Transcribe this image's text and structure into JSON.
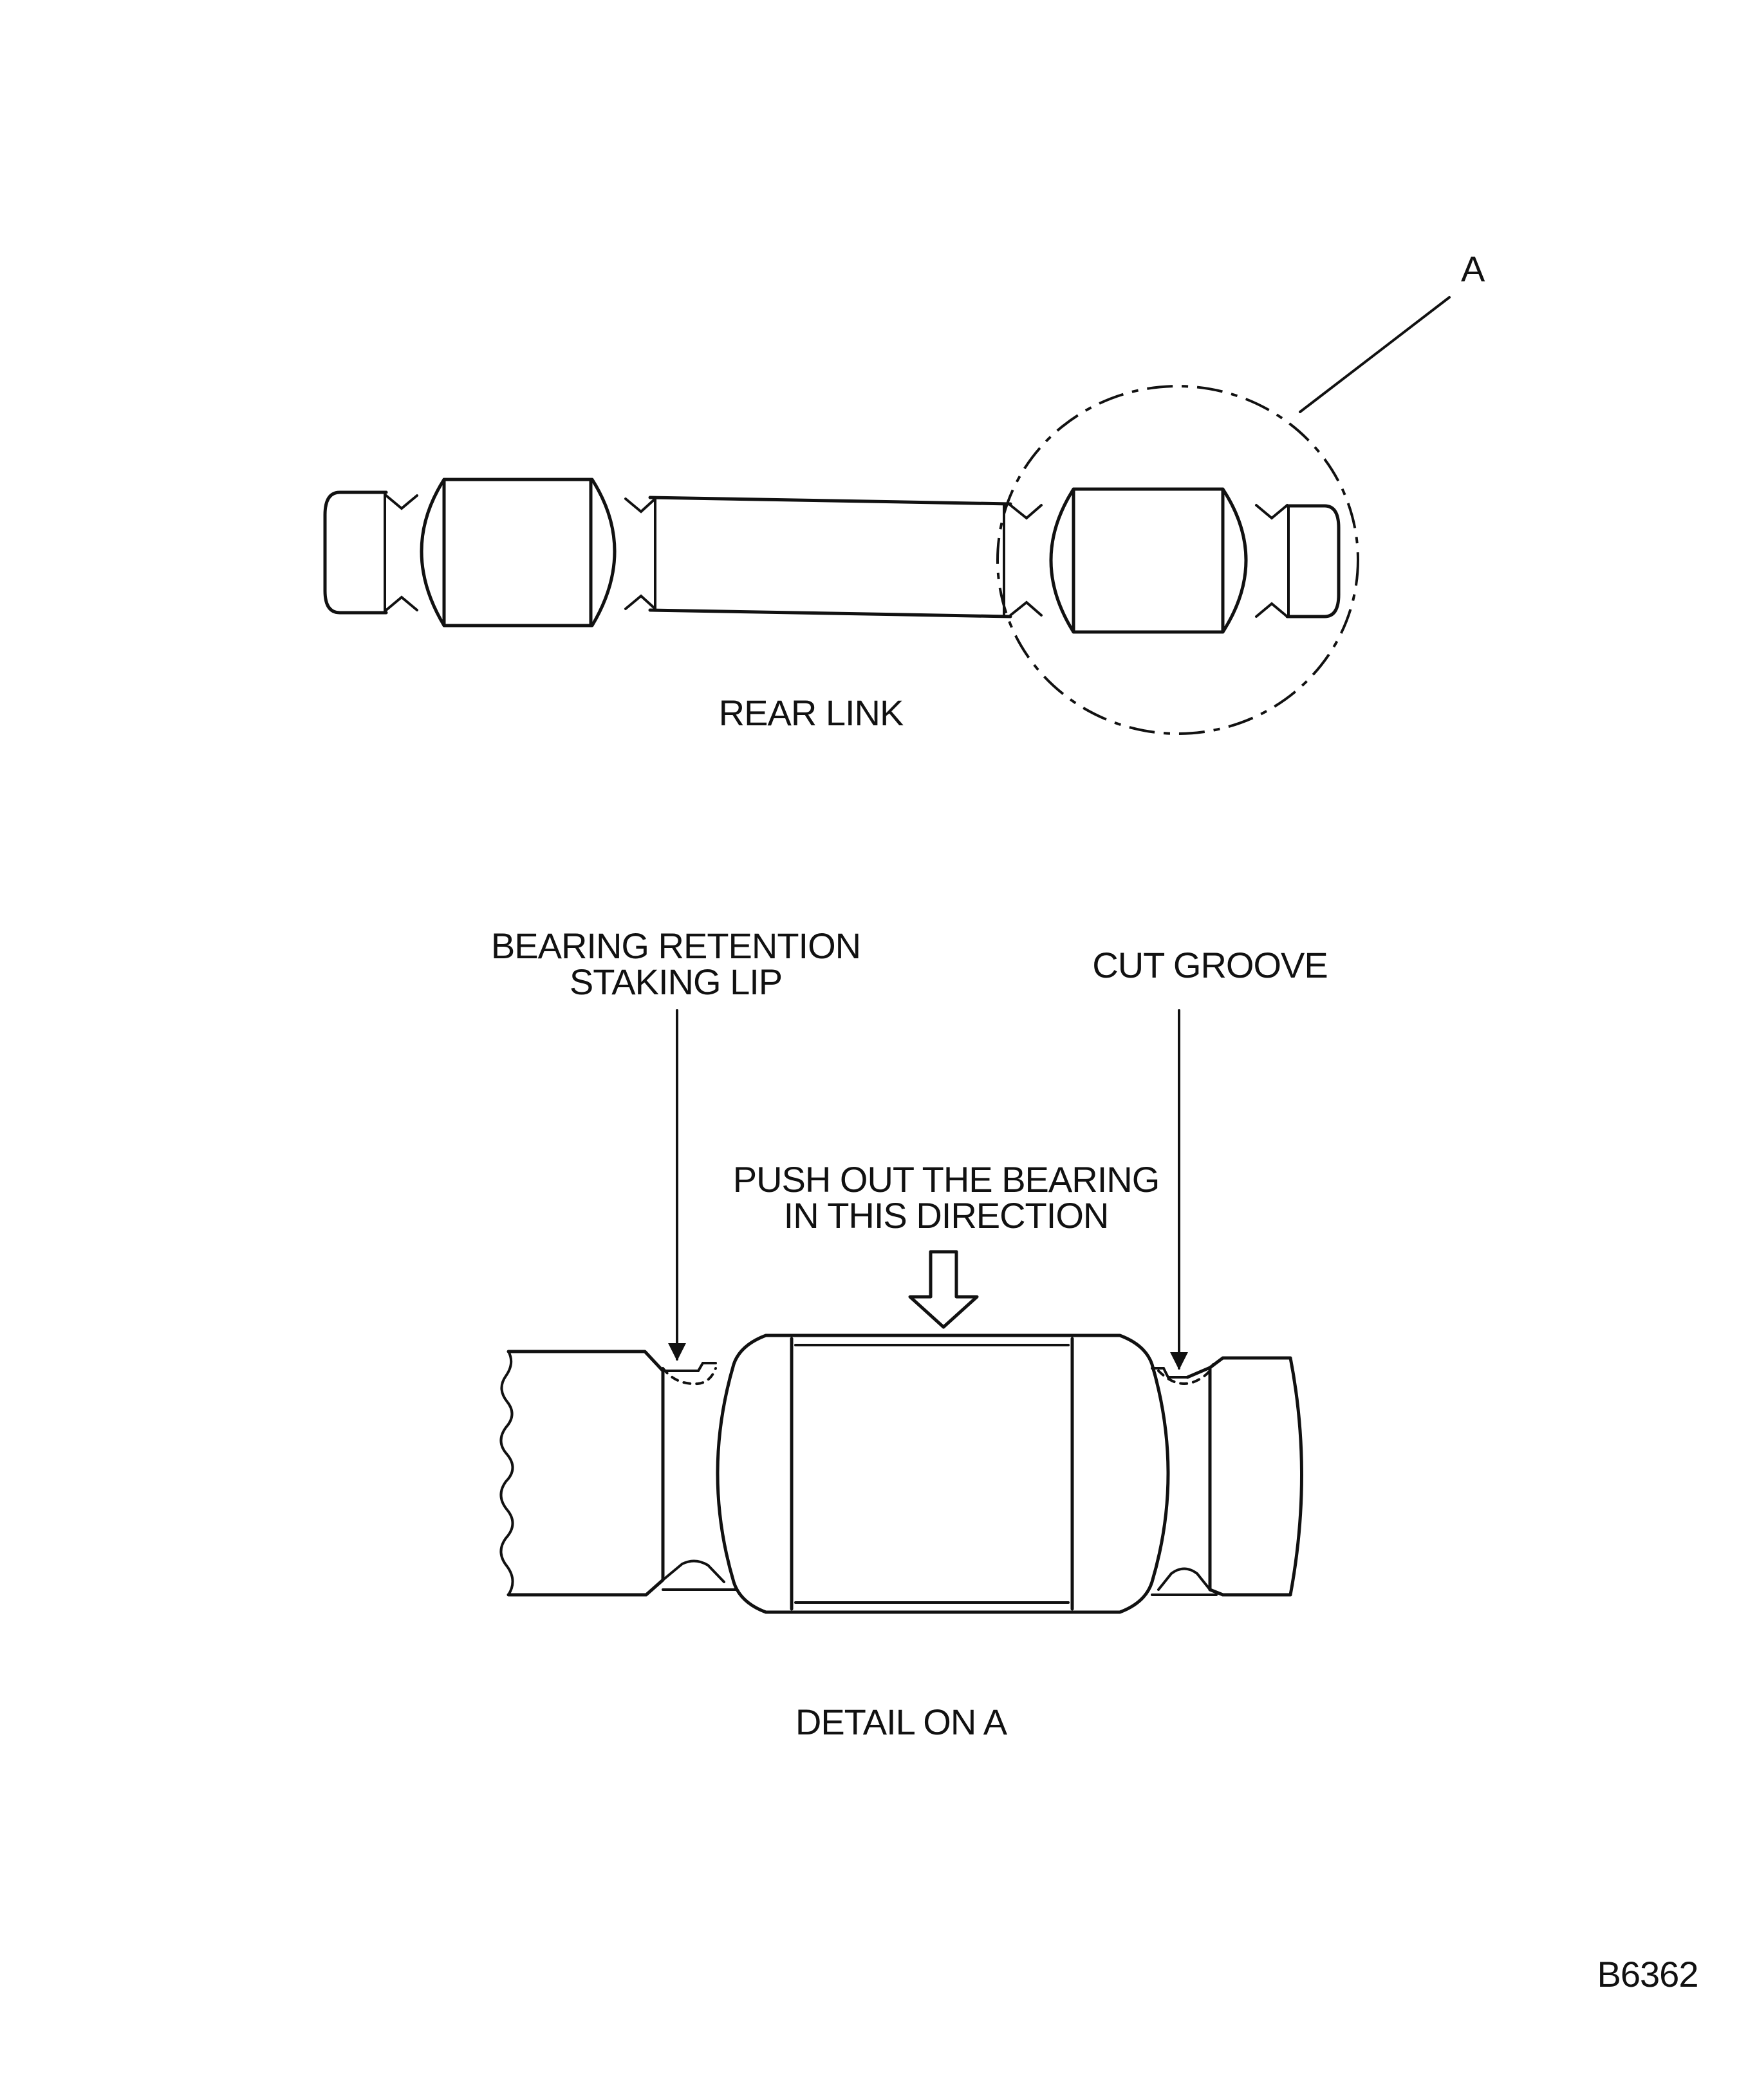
{
  "labels": {
    "detail_ref": "A",
    "rear_link": "REAR LINK",
    "staking_lip_line1": "BEARING RETENTION",
    "staking_lip_line2": "STAKING LIP",
    "cut_groove": "CUT GROOVE",
    "push_line1": "PUSH OUT THE BEARING",
    "push_line2": "IN THIS DIRECTION",
    "detail_on_a": "DETAIL ON A",
    "figure_id": "B6362"
  }
}
